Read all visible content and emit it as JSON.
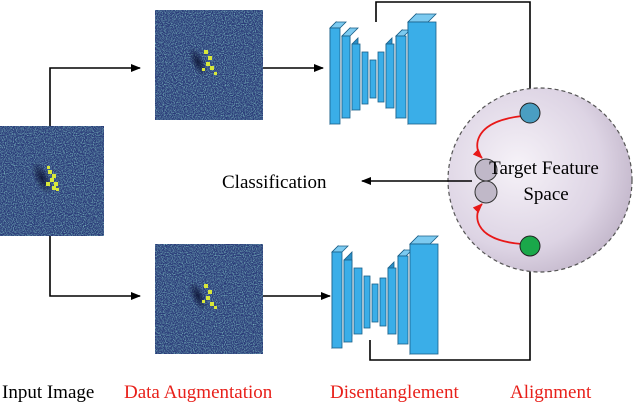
{
  "labels": {
    "input_image": "Input Image",
    "data_augmentation": "Data Augmentation",
    "disentanglement": "Disentanglement",
    "alignment": "Alignment",
    "classification": "Classification",
    "target_feature_line1": "Target Feature",
    "target_feature_line2": "Space"
  },
  "colors": {
    "stage_label_red": "#e8201a",
    "network_blue": "#3aaee8",
    "network_edge": "#1a5f88",
    "sphere_fill": "#d8d0e0",
    "node_top": "#4a9ec2",
    "node_bottom": "#1aa84a",
    "node_gray": "#c0b8c8",
    "feedback_arrow": "#e81818",
    "image_bg": "#2a3a78",
    "image_noise": "#3c8a8c",
    "image_target": "#d8e83a"
  }
}
